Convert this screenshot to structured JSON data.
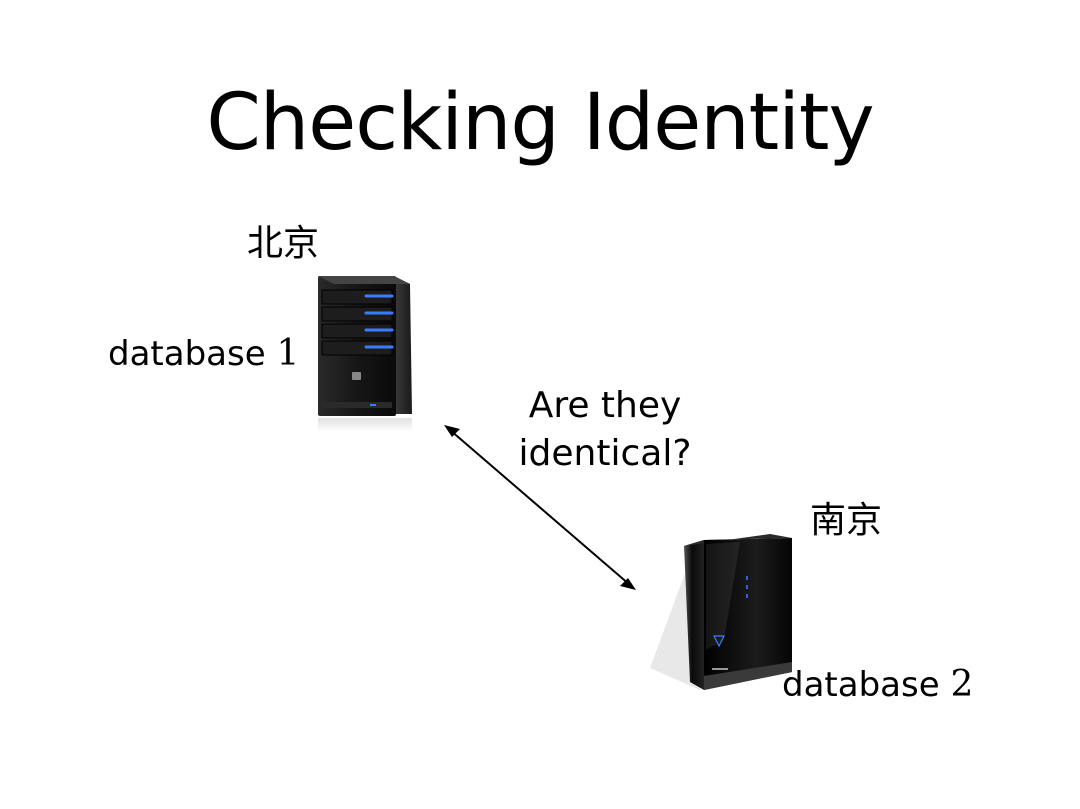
{
  "slide": {
    "title": "Checking Identity",
    "question_line1": "Are they",
    "question_line2": "identical?"
  },
  "server1": {
    "city": "北京",
    "label_text": "database",
    "label_num": "1"
  },
  "server2": {
    "city": "南京",
    "label_text": "database",
    "label_num": "2"
  },
  "colors": {
    "server_led": "#3a7bff",
    "server_body": "#111111"
  },
  "icons": {
    "server1": "rack-server-icon",
    "server2": "tower-server-icon",
    "connection": "double-headed-arrow"
  }
}
